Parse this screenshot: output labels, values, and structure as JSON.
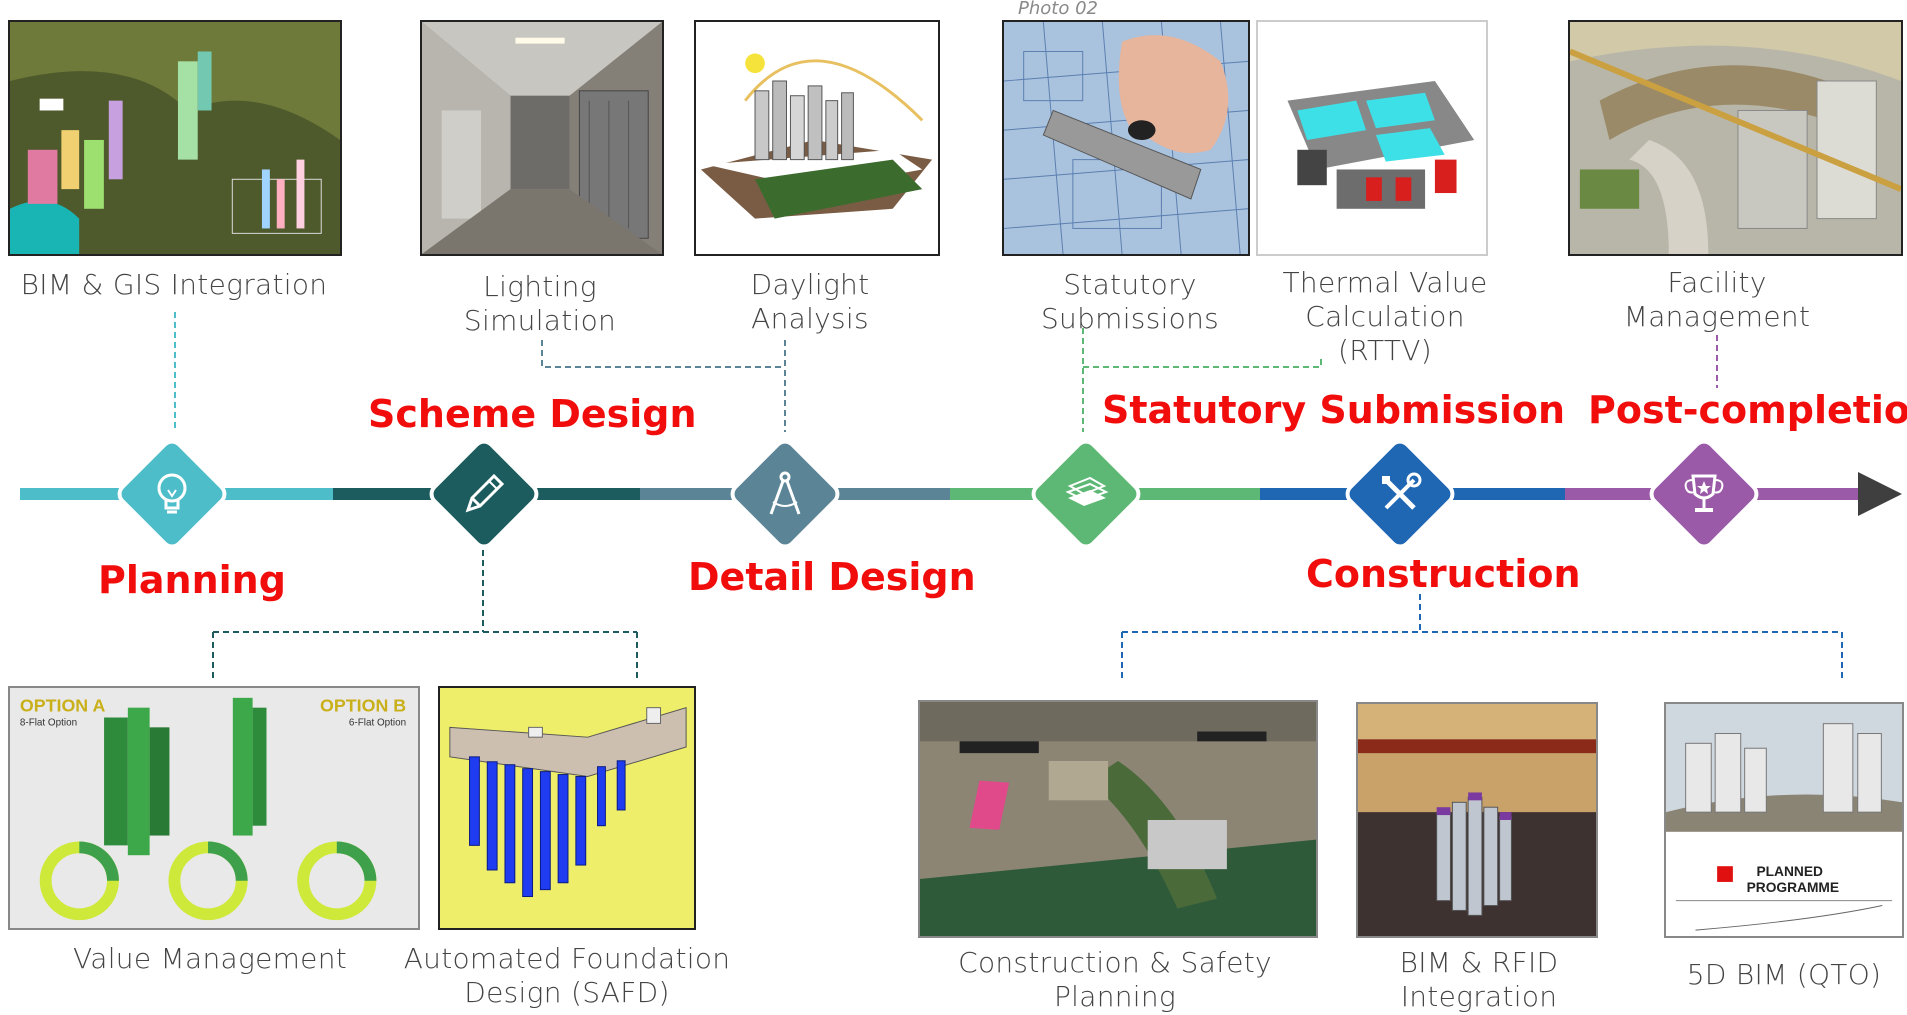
{
  "photo_label": "Photo 02",
  "stages": {
    "planning": "Planning",
    "scheme_design": "Scheme Design",
    "detail_design": "Detail Design",
    "statutory_submission": "Statutory Submission",
    "construction": "Construction",
    "post_completion": "Post-completion"
  },
  "captions": {
    "bim_gis": "BIM & GIS Integration",
    "lighting_1": "Lighting",
    "lighting_2": "Simulation",
    "daylight_1": "Daylight",
    "daylight_2": "Analysis",
    "statutory_1": "Statutory",
    "statutory_2": "Submissions",
    "thermal_1": "Thermal Value",
    "thermal_2": "Calculation",
    "thermal_3": "(RTTV)",
    "facility_1": "Facility",
    "facility_2": "Management",
    "value_mgmt": "Value Management",
    "foundation_1": "Automated Foundation",
    "foundation_2": "Design (SAFD)",
    "construction_safety_1": "Construction & Safety",
    "construction_safety_2": "Planning",
    "rfid_1": "BIM & RFID",
    "rfid_2": "Integration",
    "qto": "5D BIM (QTO)"
  },
  "image_text": {
    "option_a": "OPTION A",
    "option_a_sub": "8-Flat Option",
    "option_b": "OPTION B",
    "option_b_sub": "6-Flat Option",
    "planned_1": "PLANNED",
    "planned_2": "PROGRAMME"
  },
  "icons": [
    "lightbulb-icon",
    "pencil-icon",
    "compass-icon",
    "documents-icon",
    "tools-icon",
    "trophy-icon"
  ],
  "colors": {
    "planning": "#4dbdc9",
    "scheme": "#1d5c5e",
    "detail": "#5b8597",
    "statutory": "#5cb874",
    "construction": "#1f66b3",
    "post": "#9a5aa8",
    "stage_text": "#f20d0d"
  }
}
